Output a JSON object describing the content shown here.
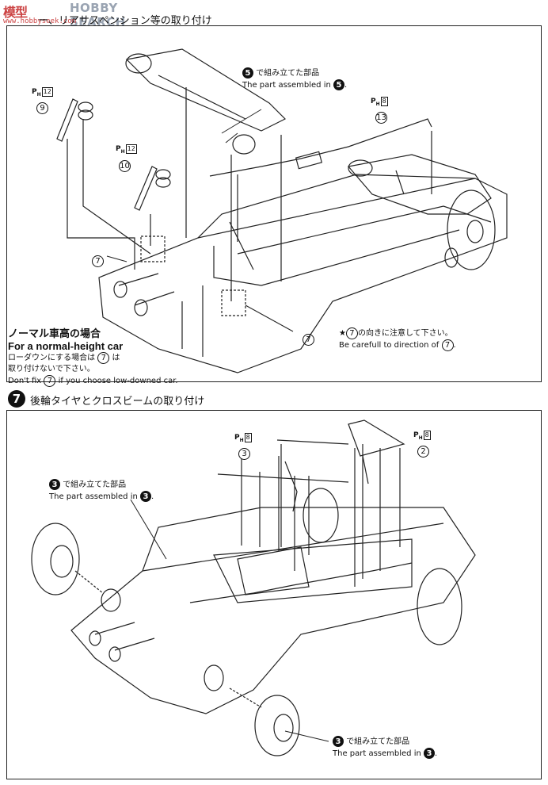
{
  "header": {
    "logo_main": "模型",
    "logo_brand": "HOBBY SEARCH",
    "logo_url": "www.hobbyseek.com",
    "step6_title": "ー、リアサスペンション等の取り付け"
  },
  "step6": {
    "assembled5_jp": "で組み立てた部品",
    "assembled5_en": "The part assembled in",
    "assembled5_num": "5",
    "ph12_a": "12",
    "ph12_b": "12",
    "ph8": "8",
    "part9": "9",
    "part10": "10",
    "part13": "13",
    "part7_a": "7",
    "part7_b": "7",
    "normal_title_jp": "ノーマル車高の場合",
    "normal_title_en": "For a normal-height car",
    "normal_note_jp1": "ローダウンにする場合は",
    "normal_note_jp2": "取り付けないで下さい。",
    "normal_note_en": "if you choose low-downed car.",
    "normal_note_en_prefix": "Don't fix",
    "normal_part": "7",
    "caution_jp": "の向きに注意して下さい。",
    "caution_en": "Be carefull to direction of",
    "caution_part": "7",
    "caution_star": "★"
  },
  "step7": {
    "number": "7",
    "title": "後輪タイヤとクロスビームの取り付け",
    "ph8_a": "8",
    "ph8_b": "8",
    "part3": "3",
    "part2": "2",
    "assembled3_jp": "で組み立てた部品",
    "assembled3_en": "The part assembled in",
    "assembled3_num": "3",
    "assembled3b_jp": "で組み立てた部品",
    "assembled3b_en": "The part assembled in",
    "assembled3b_num": "3"
  }
}
